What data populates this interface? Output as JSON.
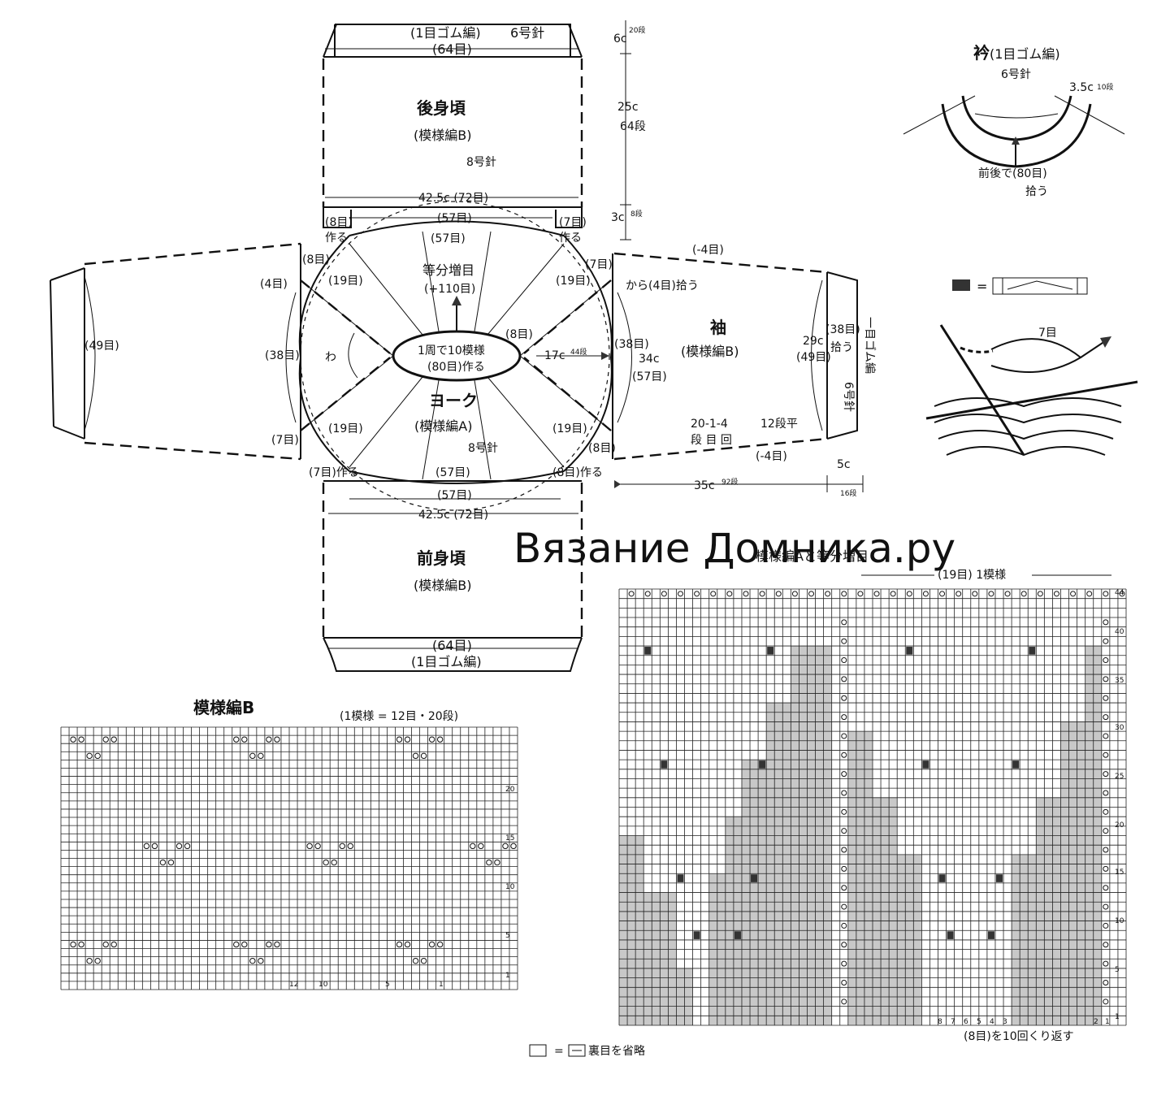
{
  "watermark": "Вязание Домника.ру",
  "back": {
    "rib": "(1目ゴム編)",
    "needle6": "6号針",
    "stitches64": "(64目)",
    "title": "後身頃",
    "pattern": "(模様編B)",
    "needle8": "8号針",
    "width": "42.5c (72目)",
    "inner": "(57目)",
    "cast8": "(8目)",
    "cast7": "(7目)",
    "tsukuru": "作る"
  },
  "vertical": {
    "top_c": "6c",
    "top_r": "20段",
    "mid_c": "25c",
    "mid_r": "64段",
    "bot_c": "3c",
    "bot_r": "8段"
  },
  "yoke": {
    "top57": "(57目)",
    "inc1": "等分増目",
    "inc2": "(+110目)",
    "center1": "1周で10模様",
    "center2": "(80目)作る",
    "title": "ヨーク",
    "pattern": "(模様編A)",
    "needle": "8号針",
    "s19": "(19目)",
    "s8": "(8目)",
    "s7": "(7目)",
    "depth_c": "17c",
    "depth_r": "44段",
    "bottom57": "(57目)",
    "ka": "わ",
    "cast7b": "(7目)作る",
    "cast8b": "(8目)作る"
  },
  "sleeve_left": {
    "s49": "(49目)",
    "s38": "(38目)",
    "s4": "(4目)",
    "s8": "(8目)",
    "s7": "(7目)"
  },
  "sleeve_right": {
    "minus4top": "(-4目)",
    "s7": "(7目)",
    "pick": "から(4目)拾う",
    "s38": "(38目)",
    "c34": "34c",
    "s57": "(57目)",
    "title": "袖",
    "pattern": "(模様編B)",
    "c29": "29c",
    "s49": "(49目)",
    "s38b": "(38目)",
    "pick2": "拾う",
    "rib": "一目ゴム編",
    "needle": "6号針",
    "dec1": "20-1-4",
    "dec2": "段 目 回",
    "flat": "12段平",
    "minus4bot": "(-4目)",
    "s8": "(8目)",
    "len_c": "35c",
    "len_r": "92段",
    "cuff_c": "5c",
    "cuff_r": "16段"
  },
  "front": {
    "inner": "(57目)",
    "width": "42.5c (72目)",
    "title": "前身頃",
    "pattern": "(模様編B)",
    "stitches64": "(64目)",
    "rib": "(1目ゴム編)"
  },
  "collar": {
    "title": "衿",
    "rib": "(1目ゴム編)",
    "needle": "6号針",
    "c": "3.5c",
    "r": "10段",
    "pick1": "前後で(80目)",
    "pick2": "拾う"
  },
  "legend": {
    "eq": "=",
    "count": "7目"
  },
  "chartB": {
    "title": "模様編B",
    "repeat": "(1模様 = 12目・20段)",
    "row_labels": [
      "20",
      "15",
      "10",
      "5",
      "1"
    ],
    "col_labels": [
      "12",
      "10",
      "5",
      "1"
    ]
  },
  "chartA": {
    "title": "模様編Aと等分増目",
    "repeat_top": "(19目) 1模様",
    "row_labels": [
      "44",
      "40",
      "35",
      "30",
      "25",
      "20",
      "15",
      "10",
      "5",
      "1"
    ],
    "col_labels": [
      "8",
      "7",
      "6",
      "5",
      "4",
      "3",
      "2",
      "1"
    ],
    "repeat_bottom": "(8目)を10回くり返す"
  },
  "footnote": {
    "eq": "=",
    "text": "裏目を省略"
  }
}
